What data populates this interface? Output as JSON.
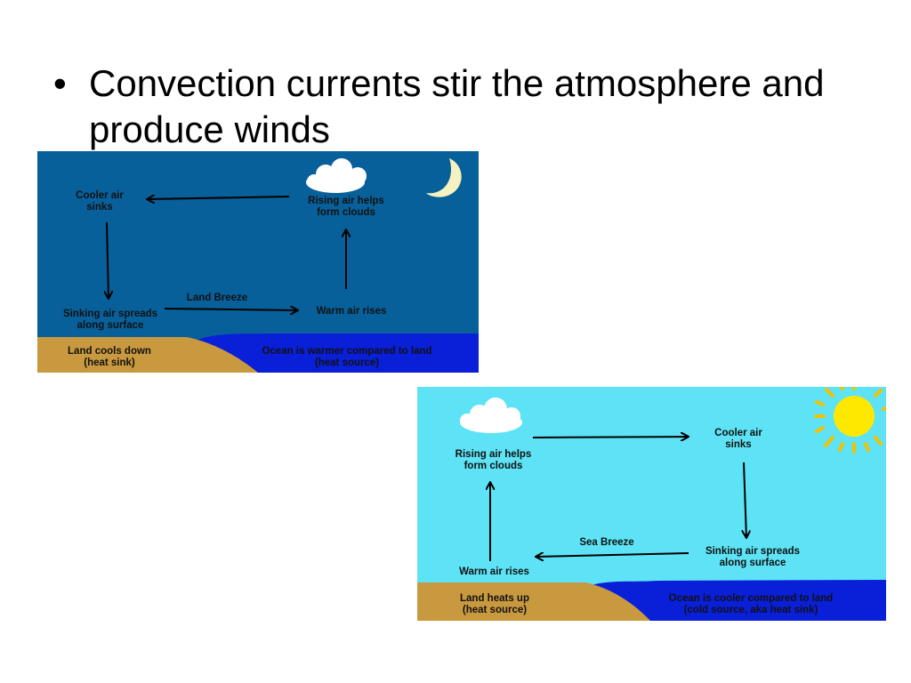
{
  "slide": {
    "bullet_symbol": "•",
    "bullet_text": "Convection currents stir the atmosphere and produce winds"
  },
  "night_panel": {
    "colors": {
      "sky": "#07609a",
      "ocean": "#0a1fd8",
      "land": "#c9993f",
      "moon": "#f6f1c0",
      "cloud": "#ffffff"
    },
    "labels": {
      "cooler_air": "Cooler air\nsinks",
      "rising_air": "Rising air helps\nform clouds",
      "breeze": "Land Breeze",
      "warm_air": "Warm air rises",
      "sinking_air": "Sinking air spreads\nalong surface",
      "land": "Land cools down\n(heat sink)",
      "ocean": "Ocean is warmer compared to land\n(heat source)"
    },
    "icons": [
      "cloud-icon",
      "moon-icon"
    ]
  },
  "day_panel": {
    "colors": {
      "sky": "#5de3f5",
      "ocean": "#0a1fd8",
      "land": "#c9993f",
      "sun": "#ffe800",
      "cloud": "#ffffff"
    },
    "labels": {
      "rising_air": "Rising air helps\nform clouds",
      "cooler_air": "Cooler air\nsinks",
      "breeze": "Sea Breeze",
      "sinking_air": "Sinking air spreads\nalong surface",
      "warm_air": "Warm air rises",
      "land": "Land heats up\n(heat source)",
      "ocean": "Ocean is cooler compared to land\n(cold source, aka heat sink)"
    },
    "icons": [
      "cloud-icon",
      "sun-icon"
    ]
  }
}
